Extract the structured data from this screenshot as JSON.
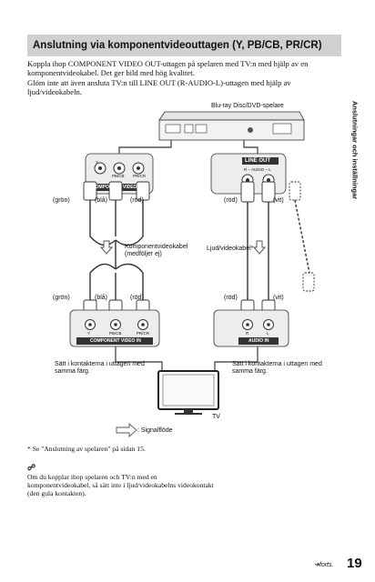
{
  "title": "Anslutning via komponentvideouttagen (Y, PB/CB, PR/CR)",
  "intro": [
    "Koppla ihop COMPONENT VIDEO OUT-uttagen på spelaren med TV:n med hjälp av en komponentvideokabel. Det ger bild med hög kvalitet.",
    "Glöm inte att även ansluta TV:n till LINE OUT (R-AUDIO-L)-uttagen med hjälp av ljud/videokabeln."
  ],
  "side_tab": "Anslutningar och inställningar",
  "diagram": {
    "player_label": "Blu-ray Disc/DVD-spelare",
    "component_out_panel": "COMPONENT VIDEO OUT",
    "component_out_jacks": [
      "Y",
      "PB/CB",
      "PR/CR"
    ],
    "line_out_panel": "LINE OUT",
    "line_out_sub": "R – AUDIO – L",
    "color_labels_top_left": [
      "(grön)",
      "(blå)",
      "(röd)"
    ],
    "color_labels_top_right": [
      "(röd)",
      "(vit)"
    ],
    "component_cable_label": "Komponentvideokabel\n(medföljer ej)",
    "av_cable_label": "Ljud/videokabel*",
    "color_labels_bottom_left": [
      "(grön)",
      "(blå)",
      "(röd)"
    ],
    "color_labels_bottom_right": [
      "(röd)",
      "(vit)"
    ],
    "component_in_panel": "COMPONENT VIDEO IN",
    "component_in_jacks": [
      "Y",
      "PB/CB",
      "PR/CR"
    ],
    "audio_in_panel": "AUDIO IN",
    "audio_in_jacks": [
      "R",
      "L"
    ],
    "match_note_left": "Sätt i kontakterna i uttagen med samma färg.",
    "match_note_right": "Sätt i kontakterna i uttagen med samma färg.",
    "tv_label": "TV",
    "signal_legend": ": Signalflöde"
  },
  "footnote": "* Se \"Anslutning av spelaren\" på sidan 15.",
  "tip": "Om du kopplar ihop spelaren och TV:n med en komponentvideokabel, så sätt inte i ljud/videokabelns videokontakt (den gula kontakten).",
  "forts": "forts.",
  "page_number": "19"
}
